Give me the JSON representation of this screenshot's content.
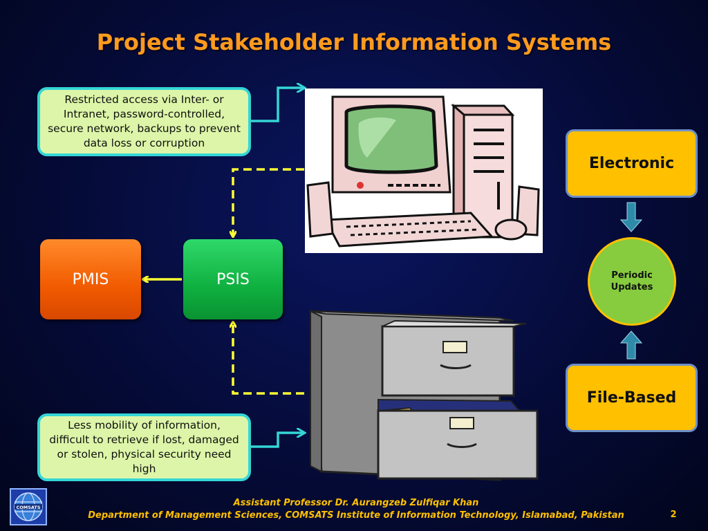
{
  "title": "Project Stakeholder Information Systems",
  "notes": {
    "electronic_note": "Restricted access via Inter- or Intranet, password-controlled, secure network, backups to prevent data loss or corruption",
    "filebased_note": "Less mobility of information, difficult to retrieve if lost, damaged or stolen, physical security need high"
  },
  "nodes": {
    "pmis": "PMIS",
    "psis": "PSIS",
    "electronic": "Electronic",
    "file_based": "File-Based",
    "periodic_updates": "Periodic Updates"
  },
  "footer": {
    "line1": "Assistant Professor Dr. Aurangzeb Zulfiqar Khan",
    "line2": "Department of Management Sciences, COMSATS Institute of Information Technology, Islamabad, Pakistan",
    "page_number": "2",
    "logo_text": "COMSATS"
  },
  "colors": {
    "title": "#ff9a1e",
    "accent_yellow": "#ffc000",
    "note_fill": "#dcf5a8",
    "note_border": "#34d6d6",
    "pmis_fill": "#f15a00",
    "psis_fill": "#0fb040",
    "circle_fill": "#86cc3e",
    "connector_yellow": "#ffff33",
    "connector_cyan": "#34d6d6",
    "down_up_arrow": "#2e8aa8"
  },
  "icons": {
    "computer": "computer-clipart-icon",
    "cabinet": "file-cabinet-clipart-icon",
    "logo": "comsats-globe-logo"
  }
}
